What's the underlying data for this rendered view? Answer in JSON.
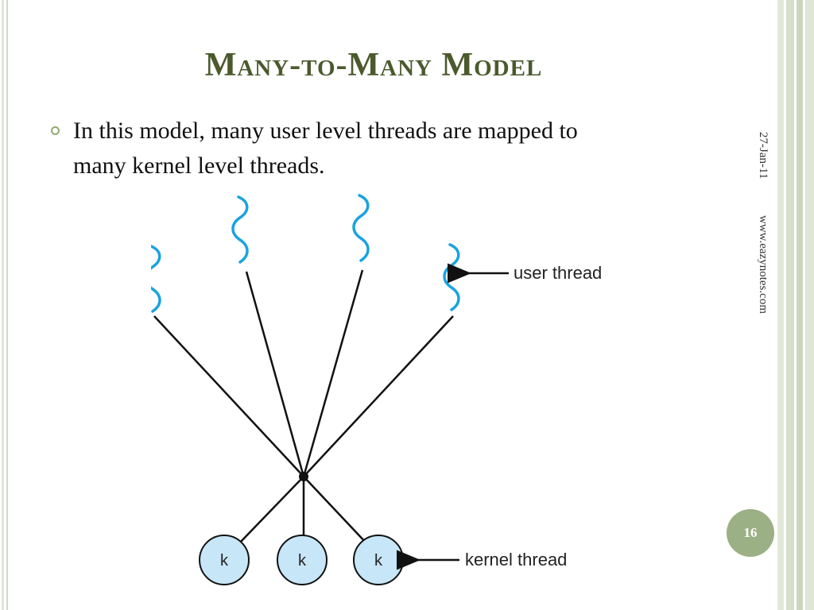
{
  "slide": {
    "title": "Many-to-Many Model",
    "bullet": "In this model, many user level threads are mapped to many kernel level threads.",
    "date": "27-Jan-11",
    "website": "www.eazynotes.com",
    "page_number": "16"
  },
  "diagram": {
    "user_thread_label": "user thread",
    "kernel_thread_label": "kernel thread",
    "kernel_node_label": "k",
    "user_thread_count": 4,
    "kernel_thread_count": 3,
    "colors": {
      "user_thread": "#1aa3e0",
      "kernel_fill": "#c7e6f7",
      "lines": "#111111"
    }
  },
  "theme": {
    "title_color": "#4b5a2d",
    "accent": "#9cb085"
  }
}
